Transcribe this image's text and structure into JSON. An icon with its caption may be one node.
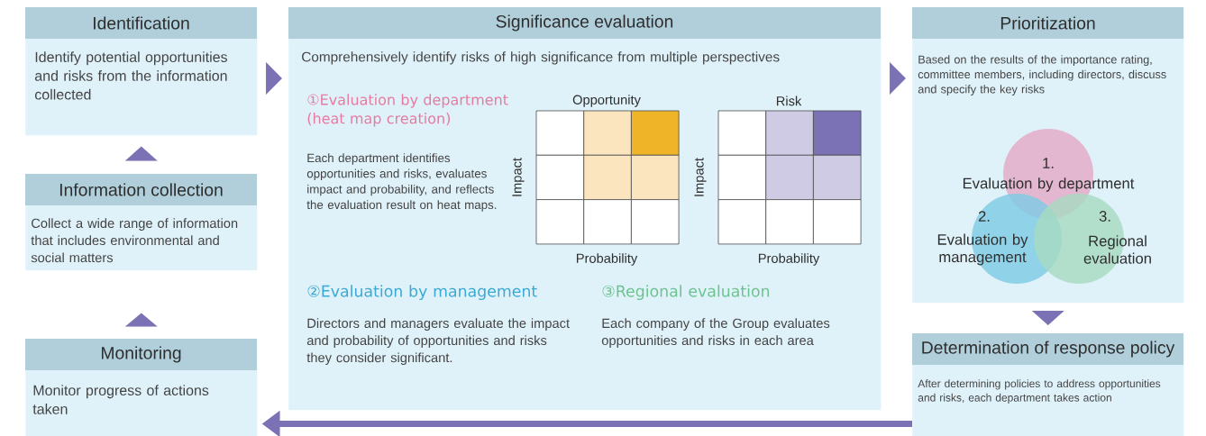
{
  "diagram": {
    "nodes": [
      {
        "text": [
          "Identification",
          "Identify potential opportunities and risks from the information collected"
        ]
      },
      {
        "text": [
          "Information collection",
          "Collect a wide range of information that includes environmental and social matters"
        ]
      },
      {
        "text": [
          "Monitoring",
          "Monitor progress of actions taken"
        ]
      },
      {
        "text": [
          "Significance evaluation",
          "Comprehensively identify risks of high significance from multiple perspectives"
        ]
      },
      {
        "text": [
          "Prioritization",
          "Based on the results of the importance rating, committee members, including directors, discuss and specify the key risks"
        ]
      },
      {
        "text": [
          "1.",
          "Evaluation by department"
        ],
        "in": 4
      },
      {
        "text": [
          "2.",
          "Evaluation by management"
        ],
        "in": 4
      },
      {
        "text": [
          "3.",
          "Regional evaluation"
        ],
        "in": 4
      },
      {
        "text": [
          "Determination of response policy",
          "After determining policies to address opportunities and risks, each department takes action"
        ]
      }
    ],
    "edges": [
      {
        "from": 2,
        "to": 1,
        "arrow": "to"
      },
      {
        "from": 1,
        "to": 0,
        "arrow": "to"
      },
      {
        "from": 0,
        "to": 3,
        "arrow": "to"
      },
      {
        "from": 3,
        "to": 4,
        "arrow": "to"
      },
      {
        "from": 4,
        "to": 8,
        "arrow": "to"
      },
      {
        "from": 8,
        "to": 2,
        "arrow": "to"
      }
    ],
    "labels": [
      "①Evaluation by department (heat map creation)",
      "Each department identifies opportunities and risks, evaluates impact and probability, and reflects the evaluation result on heat maps.",
      "Opportunity",
      "Risk",
      "Impact",
      "Impact",
      "Probability",
      "Probability",
      "②Evaluation by management",
      "Directors and managers evaluate the impact and probability of opportunities and risks they consider significant.",
      "③Regional evaluation",
      "Each company of the Group evaluates opportunities and risks in each area"
    ]
  }
}
